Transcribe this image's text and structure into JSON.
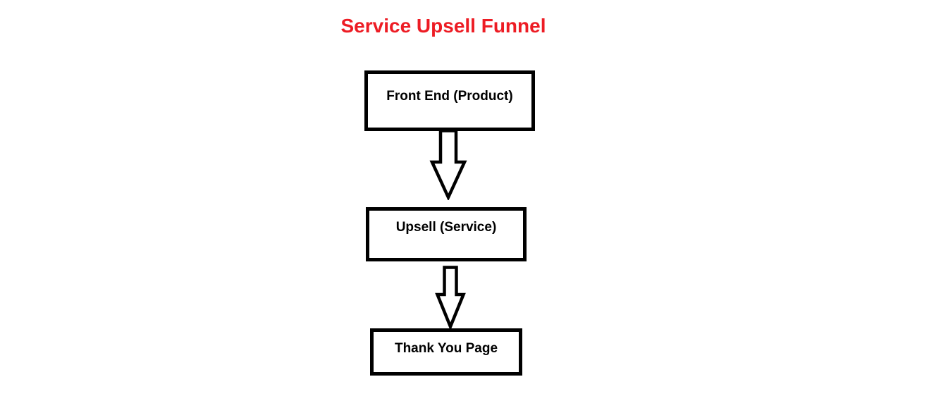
{
  "title": {
    "text": "Service Upsell Funnel",
    "color": "#ED1C24"
  },
  "diagram": {
    "type": "flowchart",
    "direction": "top-down",
    "nodes": [
      {
        "id": "front-end",
        "label": "Front End (Product)"
      },
      {
        "id": "upsell",
        "label": "Upsell (Service)"
      },
      {
        "id": "thank-you",
        "label": "Thank You Page"
      }
    ],
    "connectors": [
      {
        "from": "front-end",
        "to": "upsell",
        "shape": "hollow-down-arrow"
      },
      {
        "from": "upsell",
        "to": "thank-you",
        "shape": "hollow-down-arrow"
      }
    ],
    "colors": {
      "background": "#FFFFFF",
      "box_border": "#000000",
      "box_fill": "#FFFFFF",
      "box_text": "#000000",
      "arrow_outline": "#000000",
      "arrow_fill": "#FFFFFF"
    }
  }
}
